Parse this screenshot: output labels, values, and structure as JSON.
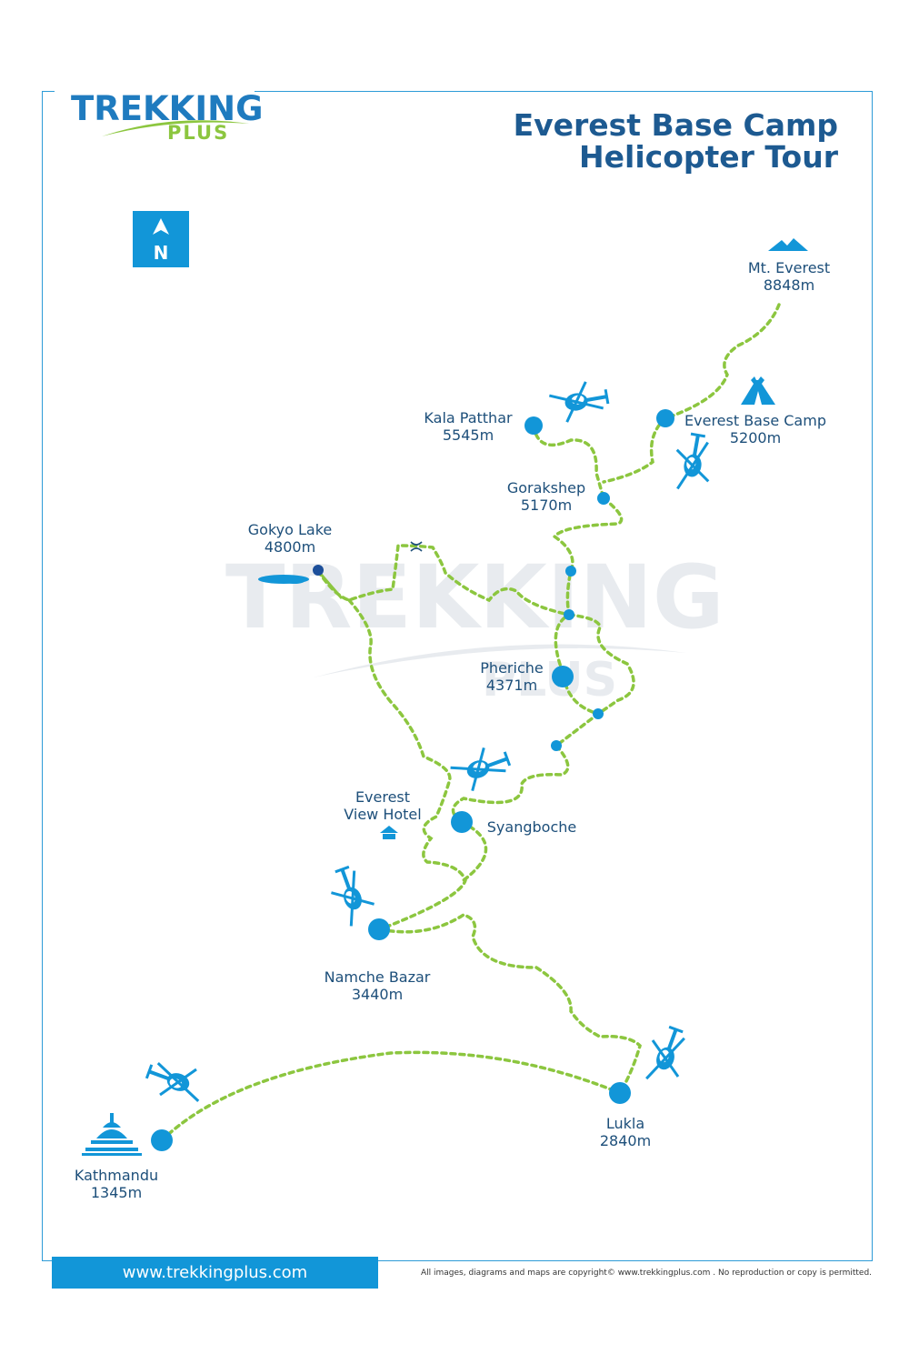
{
  "logo": {
    "word": "TREKKING",
    "sub": "PLUS"
  },
  "title": {
    "line1": "Everest Base Camp",
    "line2": "Helicopter Tour"
  },
  "compass": {
    "label": "N"
  },
  "colors": {
    "accent": "#1296d8",
    "route": "#8cc63f",
    "text": "#1d4f7a",
    "title": "#1d5a91"
  },
  "places": [
    {
      "name": "Mt. Everest",
      "alt": "8848m"
    },
    {
      "name": "Kala Patthar",
      "alt": "5545m"
    },
    {
      "name": "Everest Base Camp",
      "alt": "5200m"
    },
    {
      "name": "Gorakshep",
      "alt": "5170m"
    },
    {
      "name": "Gokyo Lake",
      "alt": "4800m"
    },
    {
      "name": "Pheriche",
      "alt": "4371m"
    },
    {
      "name": "Everest",
      "alt": "View Hotel"
    },
    {
      "name": "Syangboche",
      "alt": ""
    },
    {
      "name": "Namche Bazar",
      "alt": "3440m"
    },
    {
      "name": "Lukla",
      "alt": "2840m"
    },
    {
      "name": "Kathmandu",
      "alt": "1345m"
    }
  ],
  "watermark": {
    "word": "TREKKING",
    "sub": "PLUS"
  },
  "footer": {
    "website": "www.trekkingplus.com",
    "copyright": "All images, diagrams and maps are copyright© www.trekkingplus.com .  No reproduction or copy is permitted."
  },
  "icons": [
    "mountain-icon",
    "tent-icon",
    "helicopter-icon",
    "stupa-icon",
    "hotel-icon",
    "pass-icon",
    "lake-icon",
    "north-arrow-icon"
  ]
}
